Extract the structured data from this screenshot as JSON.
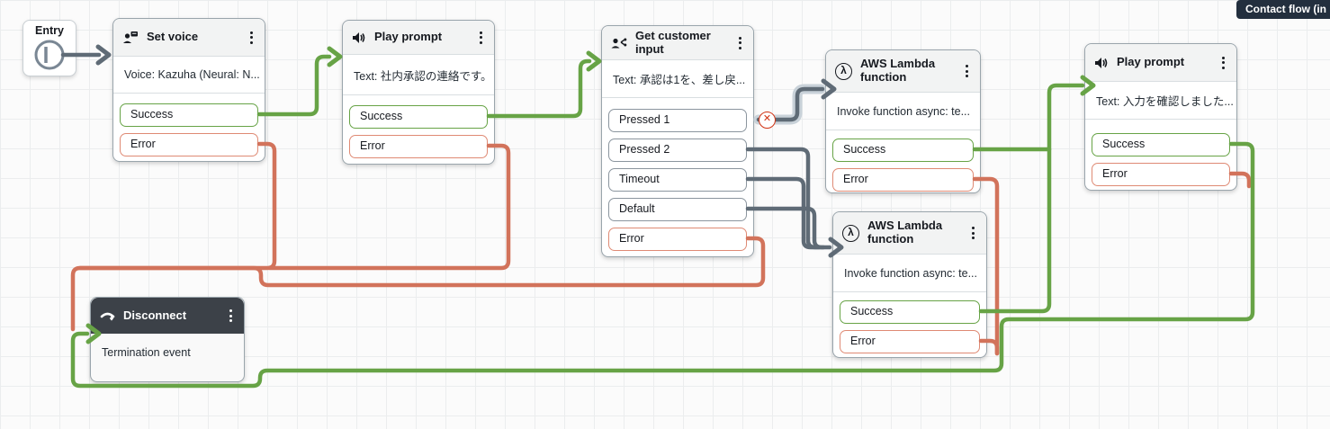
{
  "badge": {
    "label": "Contact flow (in"
  },
  "entry": {
    "label": "Entry"
  },
  "icons": {
    "lambda": "λ"
  },
  "colors": {
    "green": "#67a346",
    "red-wire": "#d2735b",
    "red-port": "#df8a74",
    "gray-wire": "#5f6b76",
    "gray-port": "#8b959e",
    "badge": "#232f3e",
    "danger": "#d13212"
  },
  "nodes": [
    {
      "title": "Set voice",
      "icon": "set-voice-icon",
      "param": "Voice: Kazuha (Neural: N...",
      "ports": [
        {
          "label": "Success",
          "type": "success"
        },
        {
          "label": "Error",
          "type": "error"
        }
      ]
    },
    {
      "title": "Play prompt",
      "icon": "speaker-icon",
      "param": "Text: 社内承認の連絡です。",
      "ports": [
        {
          "label": "Success",
          "type": "success"
        },
        {
          "label": "Error",
          "type": "error"
        }
      ]
    },
    {
      "title": "Get customer input",
      "icon": "customer-input-icon",
      "param": "Text: 承認は1を、差し戻...",
      "ports": [
        {
          "label": "Pressed 1",
          "type": "gray"
        },
        {
          "label": "Pressed 2",
          "type": "gray"
        },
        {
          "label": "Timeout",
          "type": "gray"
        },
        {
          "label": "Default",
          "type": "gray"
        },
        {
          "label": "Error",
          "type": "error"
        }
      ]
    },
    {
      "title": "AWS Lambda function",
      "icon": "lambda-icon",
      "param": "Invoke function async: te...",
      "ports": [
        {
          "label": "Success",
          "type": "success"
        },
        {
          "label": "Error",
          "type": "error"
        }
      ]
    },
    {
      "title": "AWS Lambda function",
      "icon": "lambda-icon",
      "param": "Invoke function async: te...",
      "ports": [
        {
          "label": "Success",
          "type": "success"
        },
        {
          "label": "Error",
          "type": "error"
        }
      ]
    },
    {
      "title": "Play prompt",
      "icon": "speaker-icon",
      "param": "Text: 入力を確認しました...",
      "ports": [
        {
          "label": "Success",
          "type": "success"
        },
        {
          "label": "Error",
          "type": "error"
        }
      ]
    },
    {
      "title": "Disconnect",
      "icon": "phone-disconnect-icon",
      "body": "Termination event",
      "ports": []
    }
  ]
}
